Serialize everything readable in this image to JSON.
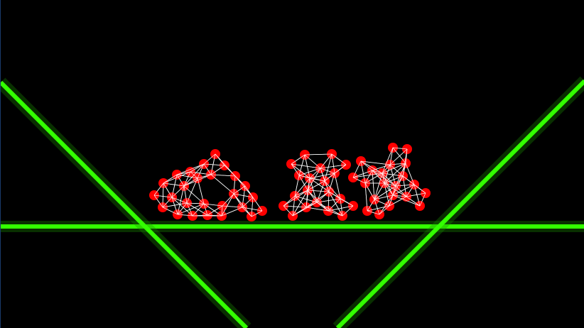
{
  "scene": {
    "background_color": "#000000",
    "beam_color": "#33ff00",
    "beam_glow_color": "#1a8a00",
    "node_color": "#ff0000",
    "spring_color": "#ffffff"
  },
  "bodies": [
    {
      "name": "soft-body-triangle",
      "shape": "triangle-ring"
    },
    {
      "name": "soft-body-hourglass",
      "shape": "hourglass"
    },
    {
      "name": "soft-body-star",
      "shape": "star"
    }
  ]
}
